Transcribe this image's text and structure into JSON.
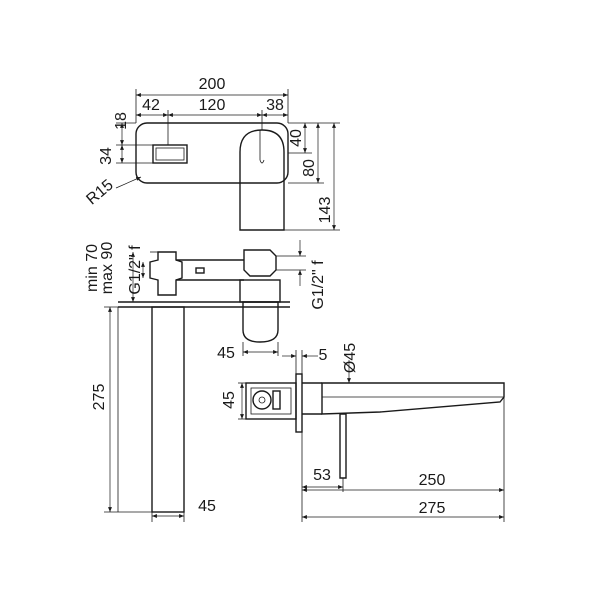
{
  "front_view": {
    "width": "200",
    "left_offset": "42",
    "center_span": "120",
    "right_offset": "38",
    "top_offset": "18",
    "outlet_height": "34",
    "radius": "R15",
    "lever_height": "40",
    "plate_height": "80",
    "total_height": "143"
  },
  "side_view": {
    "wall_depth": "min 70\nmax 90",
    "wall_depth_min": "min 70",
    "wall_depth_max": "max 90",
    "inlet_left": "G1/2\" f",
    "inlet_right": "G1/2\" f",
    "box_width": "45",
    "spout_height": "275",
    "spout_width": "45"
  },
  "top_view": {
    "box_size": "45",
    "plate_thickness": "5",
    "spout_diameter": "Ø45",
    "lever_offset": "53",
    "reach": "250",
    "total_reach": "275"
  }
}
